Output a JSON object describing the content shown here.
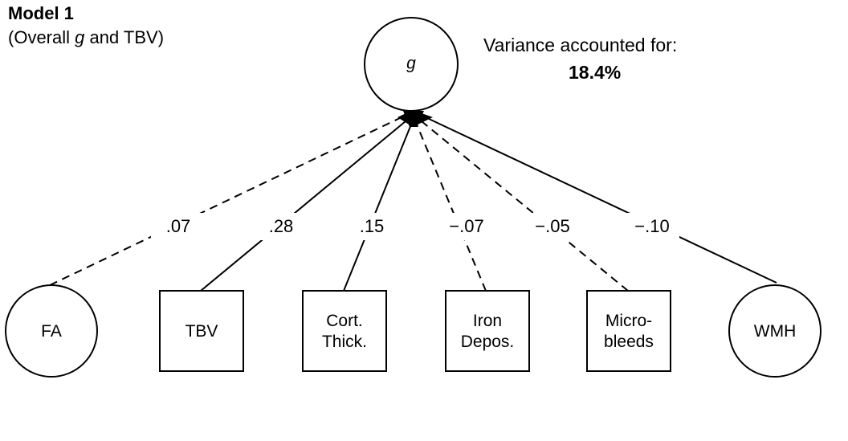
{
  "header": {
    "title": "Model 1",
    "subtitle_pre": "(Overall ",
    "subtitle_italic": "g",
    "subtitle_post": " and TBV)"
  },
  "outcome": {
    "label": "g"
  },
  "variance": {
    "label": "Variance accounted for:",
    "value": "18.4%"
  },
  "predictors": [
    {
      "name": "FA",
      "lines": [
        "FA"
      ],
      "shape": "circle",
      "coef": ".07",
      "line_style": "dashed"
    },
    {
      "name": "TBV",
      "lines": [
        "TBV"
      ],
      "shape": "box",
      "coef": ".28",
      "line_style": "solid"
    },
    {
      "name": "Cort. Thick.",
      "lines": [
        "Cort.",
        "Thick."
      ],
      "shape": "box",
      "coef": ".15",
      "line_style": "solid"
    },
    {
      "name": "Iron Depos.",
      "lines": [
        "Iron",
        "Depos."
      ],
      "shape": "box",
      "coef": "−.07",
      "line_style": "dashed"
    },
    {
      "name": "Micro-bleeds",
      "lines": [
        "Micro-",
        "bleeds"
      ],
      "shape": "box",
      "coef": "−.05",
      "line_style": "dashed"
    },
    {
      "name": "WMH",
      "lines": [
        "WMH"
      ],
      "shape": "circle",
      "coef": "−.10",
      "line_style": "solid"
    }
  ],
  "colors": {
    "stroke": "#000000",
    "background": "#ffffff"
  }
}
